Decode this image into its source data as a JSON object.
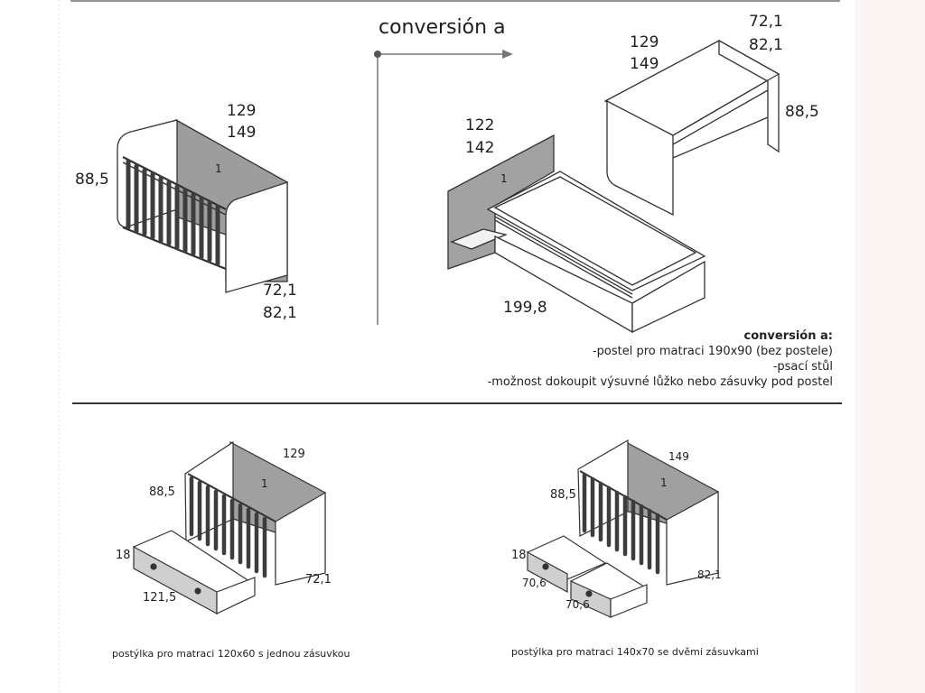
{
  "conversion_title": "conversión a",
  "crib_top": {
    "width1": "129",
    "width2": "149",
    "height": "88,5",
    "depth1": "72,1",
    "depth2": "82,1",
    "panel_number": "1"
  },
  "bed": {
    "head1": "122",
    "head2": "142",
    "length": "199,8",
    "panel_number": "1"
  },
  "desk": {
    "w1": "129",
    "w2": "149",
    "d1": "72,1",
    "d2": "82,1",
    "height": "88,5"
  },
  "notes": {
    "heading": "conversión a:",
    "lines": [
      "-postel pro matraci 190x90 (bez postele)",
      "-psací stůl",
      "-možnost dokoupit výsuvné lůžko nebo zásuvky pod postel"
    ]
  },
  "crib_one_drawer": {
    "width": "129",
    "height": "88,5",
    "depth": "72,1",
    "drawer_height": "18",
    "drawer_width": "121,5",
    "panel_number": "1",
    "caption": "postýlka pro matraci 120x60 s jednou zásuvkou"
  },
  "crib_two_drawers": {
    "width": "149",
    "height": "88,5",
    "depth": "82,1",
    "drawer_height": "18",
    "drawer_width_a": "70,6",
    "drawer_width_b": "70,6",
    "panel_number": "1",
    "caption": "postýlka pro matraci 140x70 se dvěmi zásuvkami"
  }
}
